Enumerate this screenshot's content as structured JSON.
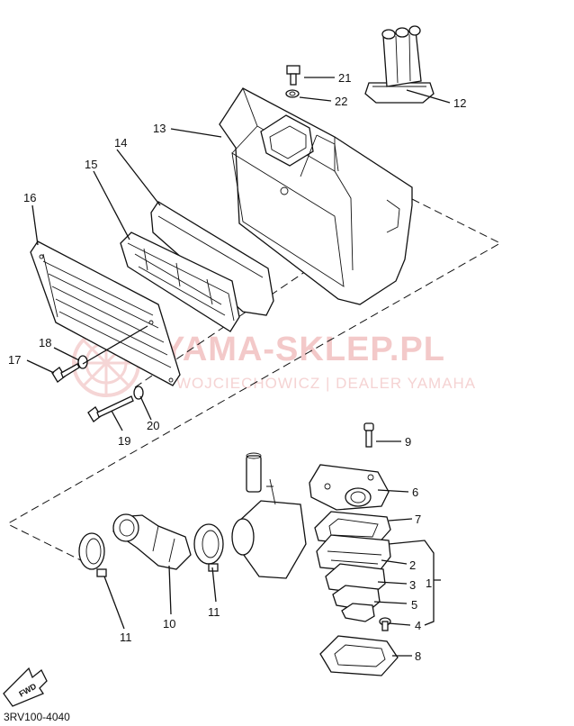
{
  "diagram_code": "3RV100-4040",
  "watermark": {
    "title": "YAMA-SKLEP.PL",
    "subtitle": "WOJCIECHOWICZ | DEALER YAMAHA"
  },
  "direction_badge": "FWD",
  "callouts": [
    {
      "id": "c1",
      "text": "1"
    },
    {
      "id": "c2",
      "text": "2"
    },
    {
      "id": "c3",
      "text": "3"
    },
    {
      "id": "c4",
      "text": "4"
    },
    {
      "id": "c5",
      "text": "5"
    },
    {
      "id": "c6",
      "text": "6"
    },
    {
      "id": "c7",
      "text": "7"
    },
    {
      "id": "c8",
      "text": "8"
    },
    {
      "id": "c9",
      "text": "9"
    },
    {
      "id": "c10",
      "text": "10"
    },
    {
      "id": "c11a",
      "text": "11"
    },
    {
      "id": "c11b",
      "text": "11"
    },
    {
      "id": "c12",
      "text": "12"
    },
    {
      "id": "c13",
      "text": "13"
    },
    {
      "id": "c14",
      "text": "14"
    },
    {
      "id": "c15",
      "text": "15"
    },
    {
      "id": "c16",
      "text": "16"
    },
    {
      "id": "c17",
      "text": "17"
    },
    {
      "id": "c18",
      "text": "18"
    },
    {
      "id": "c19",
      "text": "19"
    },
    {
      "id": "c20",
      "text": "20"
    },
    {
      "id": "c21",
      "text": "21"
    },
    {
      "id": "c22",
      "text": "22"
    }
  ]
}
